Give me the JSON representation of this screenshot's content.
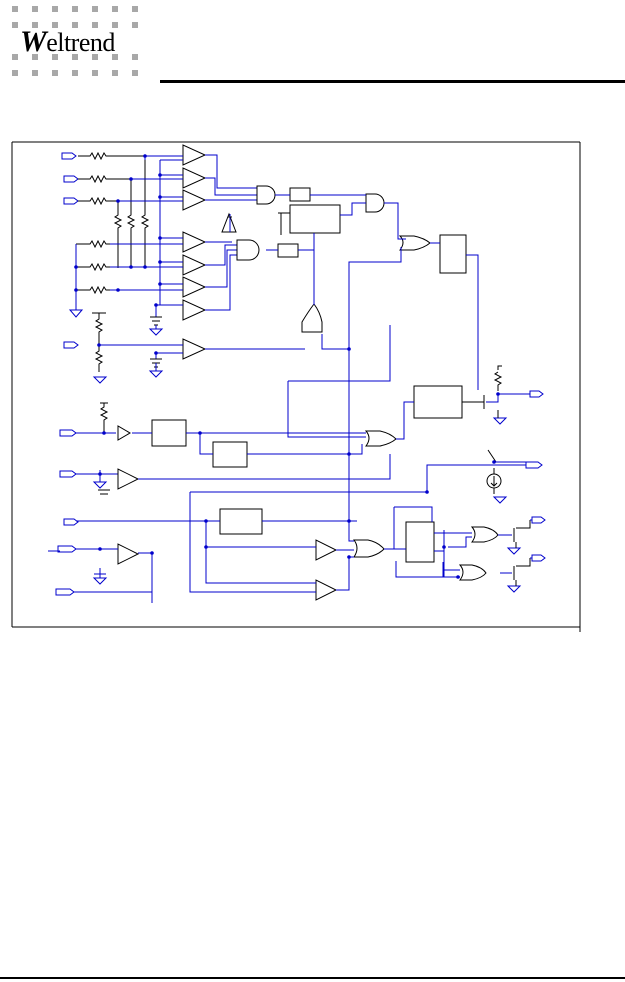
{
  "header": {
    "logo_text": "Weltrend",
    "logo_initial": "W",
    "logo_rest": "eltrend",
    "logo_dot_color": "#a8a8a8"
  },
  "diagram": {
    "wire_color": "#0000cc",
    "symbol_color": "#000000"
  }
}
